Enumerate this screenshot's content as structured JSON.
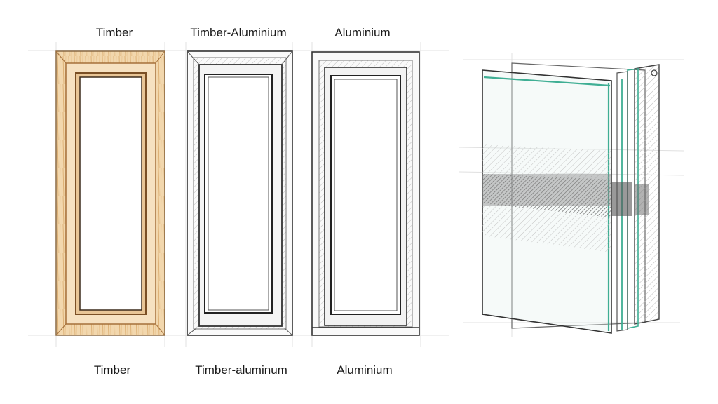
{
  "top_labels": [
    "Timber",
    "Timber-Aluminium",
    "Aluminium"
  ],
  "bottom_labels": [
    "Timber",
    "Timber-aluminum",
    "Aluminium"
  ],
  "colors": {
    "timber_fill": "#f0d3a6",
    "timber_stroke": "#b9834a",
    "sketch_line": "#333333",
    "glass_accent": "#3fae94",
    "shade_band": "#8a8a8a"
  },
  "figures": [
    {
      "name": "timber-window-frame",
      "material": "Timber"
    },
    {
      "name": "timber-aluminium-window-frame",
      "material": "Timber-Aluminium"
    },
    {
      "name": "aluminium-window-frame",
      "material": "Aluminium"
    },
    {
      "name": "exploded-glazing-unit-perspective",
      "material": "Glass layers"
    }
  ]
}
